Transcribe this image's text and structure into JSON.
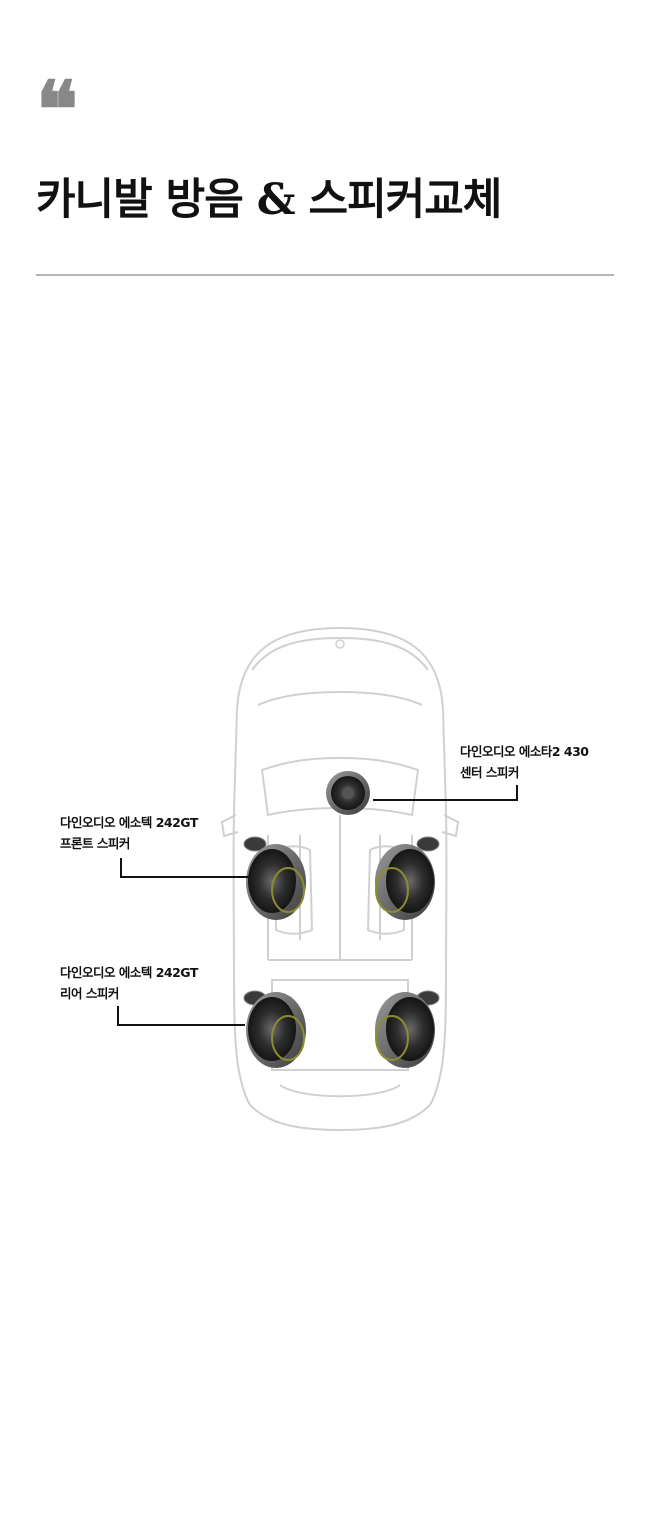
{
  "header": {
    "quote_mark": "❝",
    "title": "카니발 방음 & 스피커교체"
  },
  "diagram": {
    "center_label": [
      "다인오디오 에소타2 430",
      "센터 스피커"
    ],
    "front_label": [
      "다인오디오 에소텍 242GT",
      "프론트 스피커"
    ],
    "rear_label": [
      "다인오디오 에소텍 242GT",
      "리어 스피커"
    ]
  },
  "colors": {
    "quote": "#888888",
    "title": "#111111",
    "divider": "#b5b5b5",
    "car_outline": "#d0d0d0",
    "speaker_dark": "#2a2a2a",
    "leader_line": "#111111"
  }
}
